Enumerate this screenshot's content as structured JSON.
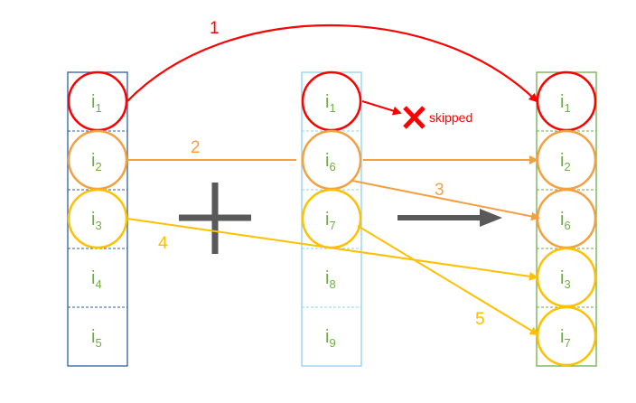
{
  "colors": {
    "red": "#ff0000",
    "orange": "#f4a040",
    "yellow": "#ffc000",
    "green_text": "#70ad47",
    "left_column_border": "#2e5fa3",
    "middle_column_border": "#8fd0ef",
    "right_column_border": "#70ad47",
    "plus_and_arrow": "#595959"
  },
  "left_column": {
    "items": [
      {
        "main": "i",
        "sub": "1",
        "circle": "red"
      },
      {
        "main": "i",
        "sub": "2",
        "circle": "orange"
      },
      {
        "main": "i",
        "sub": "3",
        "circle": "yellow"
      },
      {
        "main": "i",
        "sub": "4",
        "circle": null
      },
      {
        "main": "i",
        "sub": "5",
        "circle": null
      }
    ]
  },
  "middle_column": {
    "items": [
      {
        "main": "i",
        "sub": "1",
        "circle": "red"
      },
      {
        "main": "i",
        "sub": "6",
        "circle": "orange"
      },
      {
        "main": "i",
        "sub": "7",
        "circle": "yellow"
      },
      {
        "main": "i",
        "sub": "8",
        "circle": null
      },
      {
        "main": "i",
        "sub": "9",
        "circle": null
      }
    ]
  },
  "right_column": {
    "items": [
      {
        "main": "i",
        "sub": "1",
        "circle": "red"
      },
      {
        "main": "i",
        "sub": "2",
        "circle": "orange"
      },
      {
        "main": "i",
        "sub": "6",
        "circle": "orange"
      },
      {
        "main": "i",
        "sub": "3",
        "circle": "yellow"
      },
      {
        "main": "i",
        "sub": "7",
        "circle": "yellow"
      }
    ]
  },
  "steps": {
    "step1": "1",
    "step2": "2",
    "step3": "3",
    "step4": "4",
    "step5": "5"
  },
  "skipped_label": "skipped",
  "operator_icon": "plus-icon",
  "result_icon": "right-arrow-icon"
}
